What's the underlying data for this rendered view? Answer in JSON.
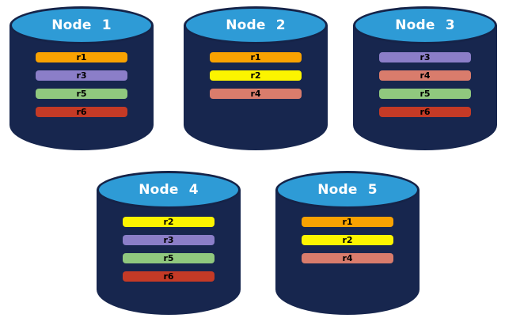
{
  "nodes": [
    {
      "title": "Node 1",
      "replicas": [
        "r1",
        "r3",
        "r5",
        "r6"
      ]
    },
    {
      "title": "Node 2",
      "replicas": [
        "r1",
        "r2",
        "r4"
      ]
    },
    {
      "title": "Node 3",
      "replicas": [
        "r3",
        "r4",
        "r5",
        "r6"
      ]
    },
    {
      "title": "Node 4",
      "replicas": [
        "r2",
        "r3",
        "r5",
        "r6"
      ]
    },
    {
      "title": "Node 5",
      "replicas": [
        "r1",
        "r2",
        "r4"
      ]
    }
  ],
  "replica_colors": {
    "r1": "#F9A201",
    "r2": "#FCF400",
    "r3": "#8B7EC8",
    "r4": "#D97C6C",
    "r5": "#90C87E",
    "r6": "#C43A26"
  },
  "palette": {
    "cylinder_body": "#17264E",
    "cylinder_top": "#2E9BD6",
    "cylinder_outline": "#152348",
    "title_text": "#FFFFFF",
    "replica_text": "#000000",
    "background": "#FFFFFF"
  }
}
